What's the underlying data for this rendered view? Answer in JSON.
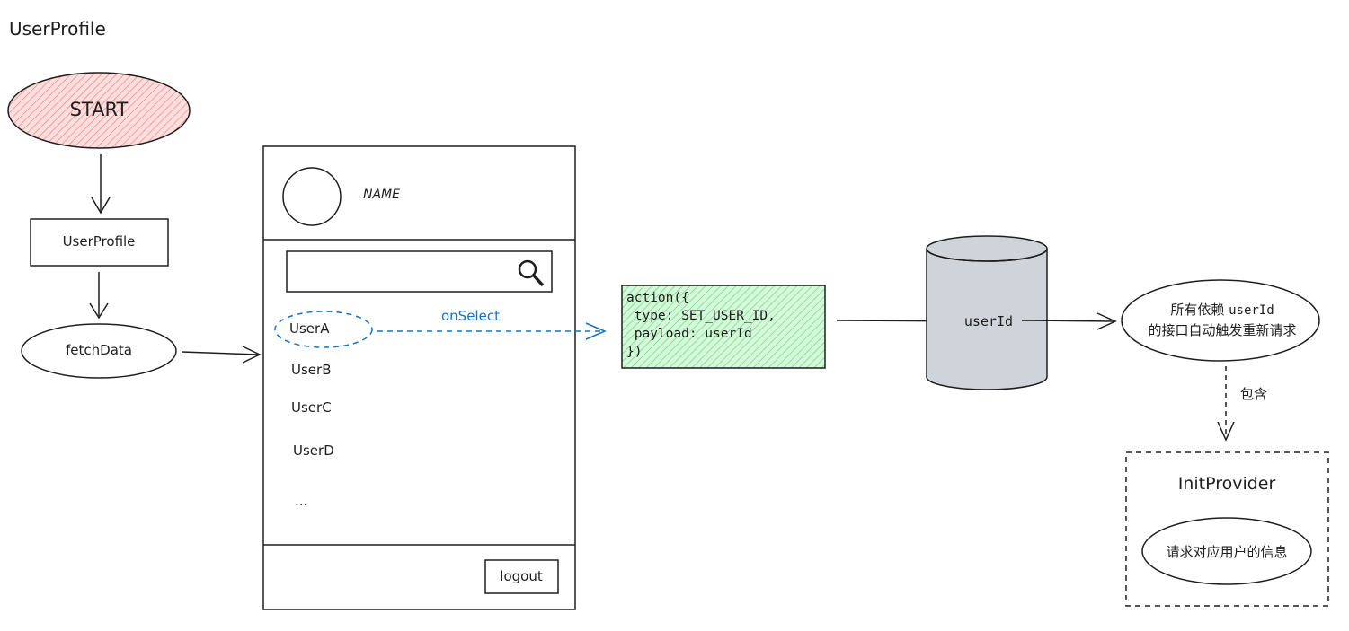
{
  "title": "UserProfile",
  "start": {
    "label": "START"
  },
  "component_box": {
    "label": "UserProfile"
  },
  "fetch_node": {
    "label": "fetchData"
  },
  "profile_panel": {
    "name_label": "NAME",
    "users": [
      "UserA",
      "UserB",
      "UserC",
      "UserD",
      "..."
    ],
    "logout_label": "logout",
    "search_icon": "search-icon"
  },
  "edge_select": {
    "label": "onSelect"
  },
  "action_code": {
    "lines": [
      "action({",
      " type: SET_USER_ID,",
      " payload: userId",
      "})"
    ]
  },
  "store": {
    "label": "userId"
  },
  "refresh_node": {
    "line1_prefix": "所有依赖 ",
    "line1_code": "userId",
    "line2": "的接口自动触发重新请求"
  },
  "edge_contains": {
    "label": "包含"
  },
  "init_provider": {
    "title": "InitProvider",
    "node_label": "请求对应用户的信息"
  },
  "colors": {
    "start_fill": "#ffc9c9",
    "start_stroke": "#e03131",
    "code_fill": "#b2f2bb",
    "code_stroke": "#2f9e44",
    "store_fill": "#ced4da",
    "select_blue": "#1971c2",
    "ink": "#1e1e1e"
  }
}
